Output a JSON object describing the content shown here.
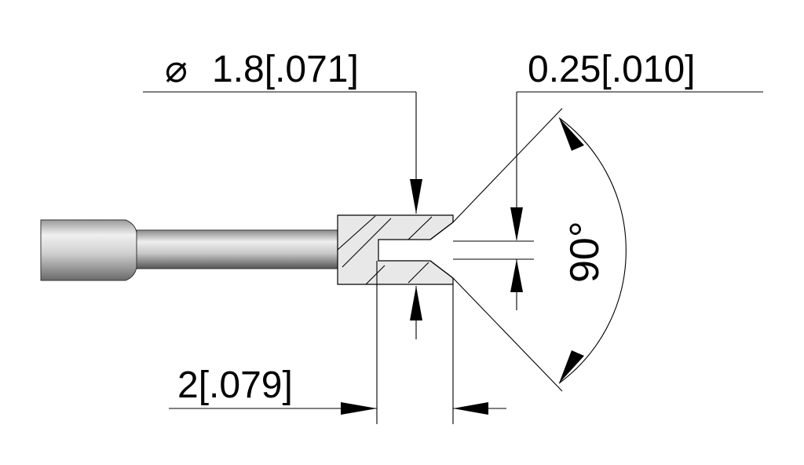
{
  "dimensions": {
    "diameter": {
      "symbol": "⌀",
      "text": "1.8[.071]"
    },
    "gap": {
      "text": "0.25[.010]"
    },
    "angle": {
      "text": "90°"
    },
    "length": {
      "text": "2[.079]"
    }
  },
  "colors": {
    "line": "#000000",
    "part_light": "#f2f2f2",
    "part_mid": "#b8b8b8",
    "part_dark": "#5a5a5a",
    "section_face": "#e6e6e6"
  }
}
